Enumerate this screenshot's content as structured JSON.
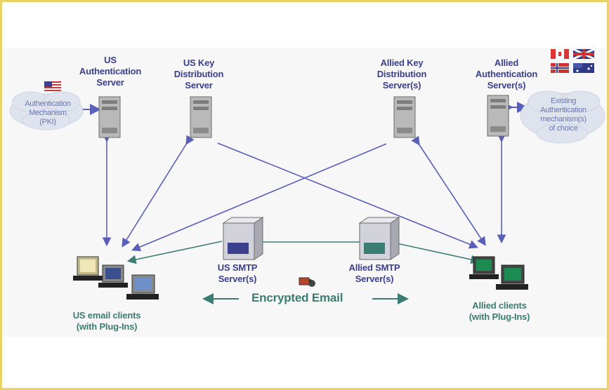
{
  "nodes": {
    "us_auth_server": {
      "lines": [
        "US",
        "Authentication",
        "Server"
      ]
    },
    "us_key_server": {
      "lines": [
        "US Key",
        "Distribution",
        "Server"
      ]
    },
    "allied_key_server": {
      "lines": [
        "Allied Key",
        "Distribution",
        "Server(s)"
      ]
    },
    "allied_auth_server": {
      "lines": [
        "Allied",
        "Authentication",
        "Server(s)"
      ]
    },
    "us_smtp": {
      "lines": [
        "US SMTP",
        "Server(s)"
      ]
    },
    "allied_smtp": {
      "lines": [
        "Allied SMTP",
        "Server(s)"
      ]
    },
    "us_clients": {
      "lines": [
        "US email clients",
        "(with Plug-Ins)"
      ]
    },
    "allied_clients": {
      "lines": [
        "Allied clients",
        "(with Plug-Ins)"
      ]
    }
  },
  "clouds": {
    "us_mechanism": {
      "lines": [
        "Authentication",
        "Mechanism",
        "(PKI)"
      ]
    },
    "allied_mechanism": {
      "lines": [
        "Existing",
        "Authentication",
        "mechanism(s)",
        "of choice"
      ]
    }
  },
  "encrypted_email": "Encrypted Email",
  "colors": {
    "frame": "#e8d36a",
    "label_blue": "#3a3f8e",
    "label_green": "#3b7d72",
    "arrow_blue": "#5a5fb8",
    "arrow_green": "#3b7d72"
  }
}
